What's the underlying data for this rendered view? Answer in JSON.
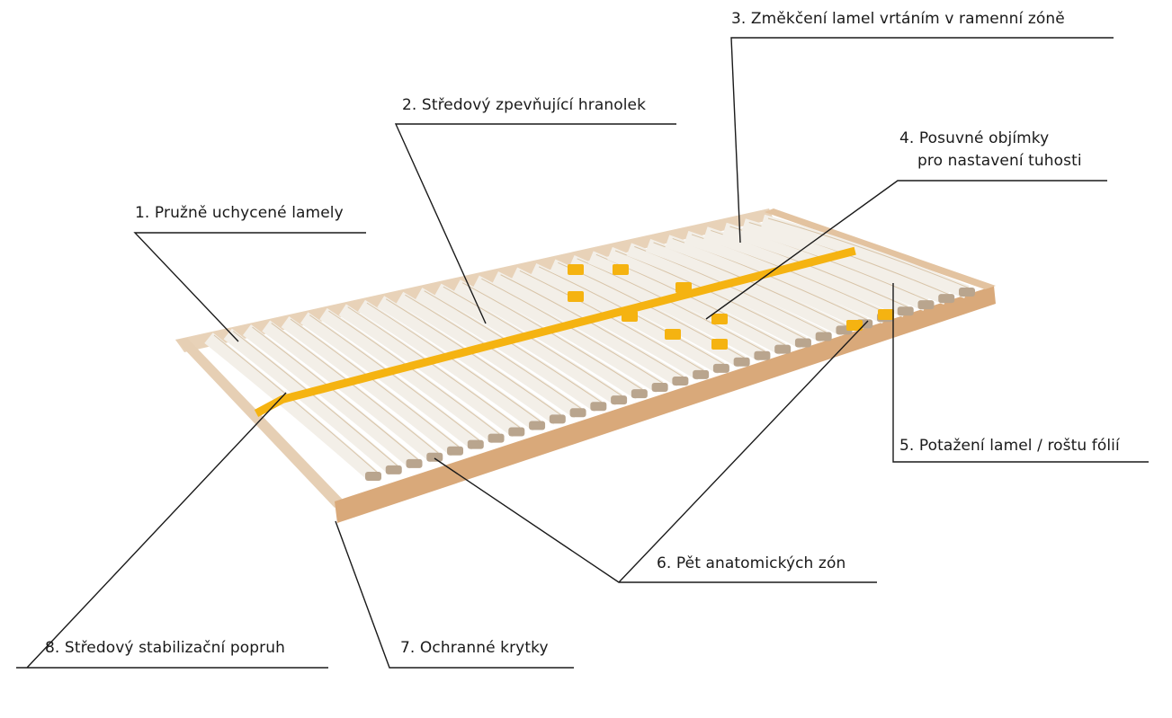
{
  "labels": [
    {
      "id": 1,
      "text": "1. Pružně uchycené lamely"
    },
    {
      "id": 2,
      "text": "2. Středový zpevňující hranolek"
    },
    {
      "id": 3,
      "text": "3. Změkčení lamel vrtáním v ramenní zóně"
    },
    {
      "id": 4,
      "line1": "4. Posuvné objímky",
      "line2": "pro nastavení tuhosti"
    },
    {
      "id": 5,
      "text": "5. Potažení lamel / roštu fólií"
    },
    {
      "id": 6,
      "text": "6. Pět anatomických zón"
    },
    {
      "id": 7,
      "text": "7. Ochranné krytky"
    },
    {
      "id": 8,
      "text": "8. Středový stabilizační  popruh"
    }
  ],
  "colors": {
    "frame": "#e3c3a0",
    "frame_dark": "#c99a6e",
    "slat": "#f3efe8",
    "strap": "#f5b311",
    "cap": "#b9a58e",
    "line": "#1a1a1a"
  }
}
